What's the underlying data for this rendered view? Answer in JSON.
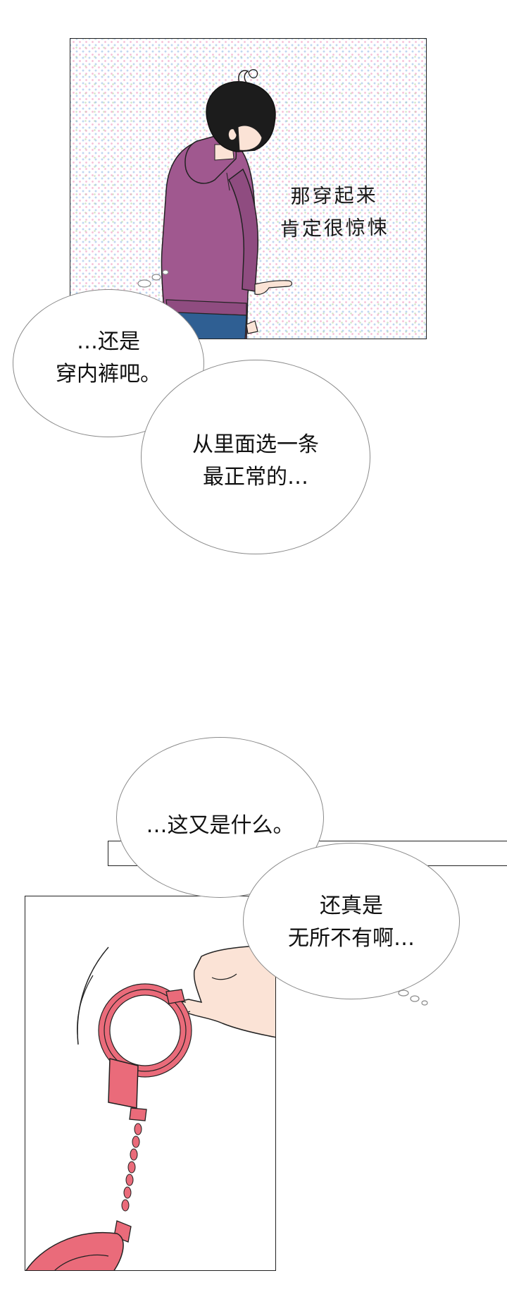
{
  "panel1": {
    "caption_line1": "那穿起来",
    "caption_line2": "肯定很惊悚"
  },
  "bubbles": {
    "b1_line1": "…还是",
    "b1_line2": "穿内裤吧。",
    "b2_line1": "从里面选一条",
    "b2_line2": "最正常的…",
    "b3_line1": "…这又是什么。",
    "b4_line1": "还真是",
    "b4_line2": "无所不有啊…"
  },
  "colors": {
    "hoodie": "#a0588f",
    "handcuffs": "#ea6b7a",
    "hair": "#1c1c1c",
    "skin": "#fbe3d6"
  }
}
